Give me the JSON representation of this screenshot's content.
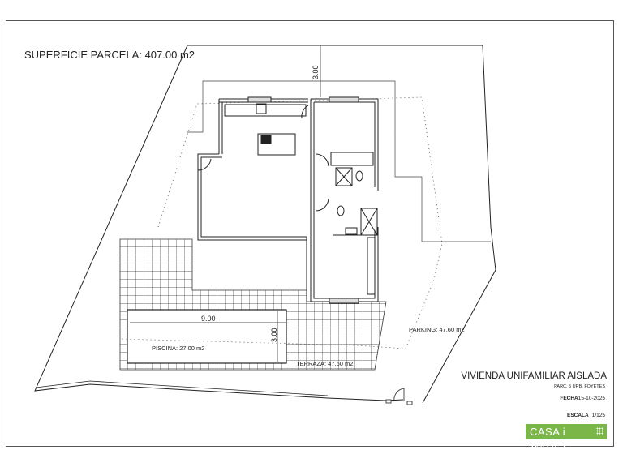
{
  "plot": {
    "area_label": "SUPERFICIE PARCELA: 407.00 m2",
    "setback_dimension": "3.00"
  },
  "pool": {
    "length_dimension": "9.00",
    "width_dimension": "3.00",
    "label": "PISCINA: 27.00 m2"
  },
  "terrace": {
    "label": "TERRAZA: 47.60 m2"
  },
  "parking": {
    "label": "PARKING: 47.60 m2"
  },
  "title_block": {
    "title": "VIVIENDA UNIFAMILIAR AISLADA",
    "subtitle": "PARC. 5 URB. FOYETES",
    "date_label": "FECHA",
    "date_value": "15-10-2025",
    "scale_label": "ESCALA",
    "scale_value": "1/125",
    "logo_text": "CASA i MARGE",
    "logo_color": "#7ab648"
  }
}
